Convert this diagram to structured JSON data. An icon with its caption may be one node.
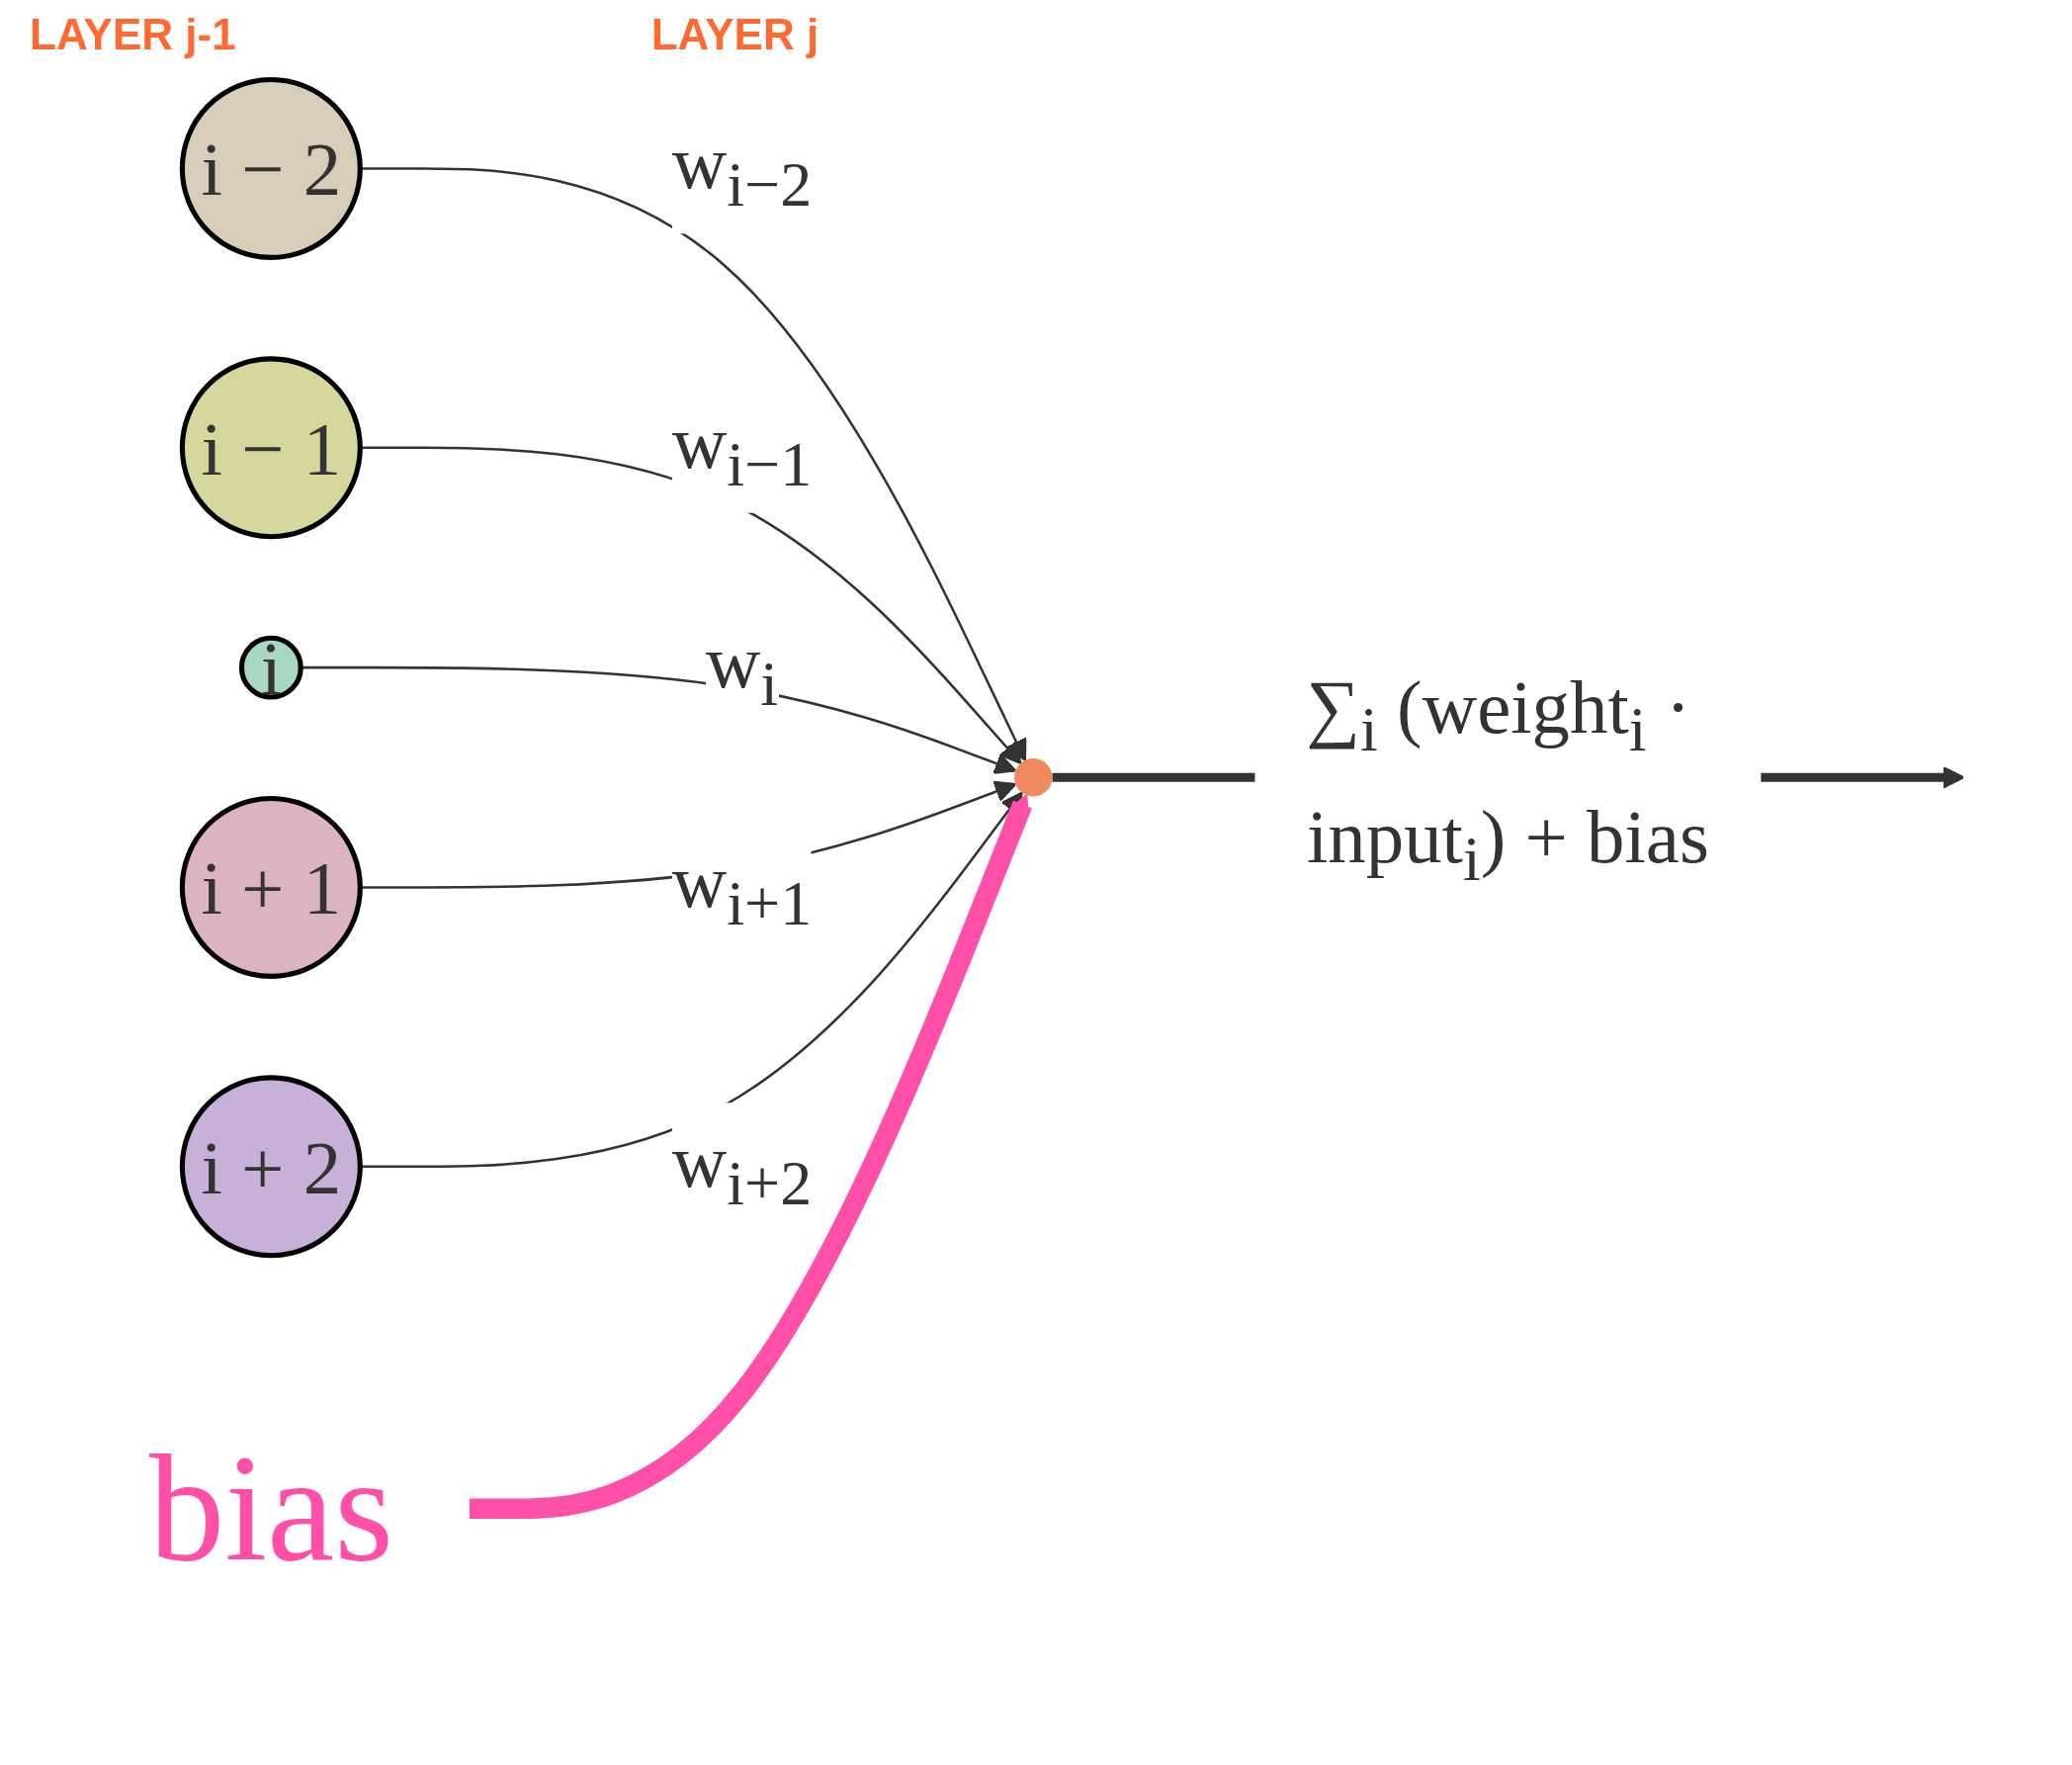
{
  "diagram": {
    "nodes": [
      {
        "text": [
          "i − 2"
        ]
      },
      {
        "text": [
          "i − 1"
        ]
      },
      {
        "text": [
          "i"
        ]
      },
      {
        "text": [
          "i + 1"
        ]
      },
      {
        "text": [
          "i + 2"
        ]
      },
      {
        "text": [],
        "shape": "circle"
      },
      {
        "text": [
          "bias"
        ]
      }
    ],
    "edges": [
      {
        "from": 0,
        "to": 5,
        "arrow": "to",
        "label": "w$_{i−2}$"
      },
      {
        "from": 1,
        "to": 5,
        "arrow": "to",
        "label": "w$_{i−1}$"
      },
      {
        "from": 2,
        "to": 5,
        "arrow": "to",
        "label": "w$_{i}$"
      },
      {
        "from": 3,
        "to": 5,
        "arrow": "to",
        "label": "w$_{i+1}$"
      },
      {
        "from": 4,
        "to": 5,
        "arrow": "to",
        "label": "w$_{i+2}$"
      },
      {
        "from": 6,
        "to": 5,
        "arrow": "to",
        "style": "thick",
        "color": "#ff4fa7"
      },
      {
        "from": 5,
        "to": null,
        "arrow": "to",
        "style": "thick",
        "label": "∑$_{i}$ (weight$_{i}$ · input$_{i}$) + bias"
      }
    ],
    "labels": [
      "LAYER j-1",
      "LAYER j"
    ]
  }
}
